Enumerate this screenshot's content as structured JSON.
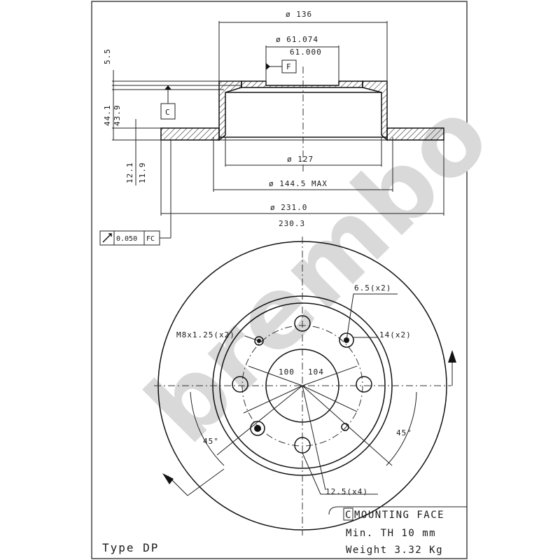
{
  "watermark": "brembo",
  "top_dims": {
    "d136": "ø 136",
    "d61_074": "ø 61.074",
    "d61_000": "61.000",
    "d55": "5.5",
    "d44_1": "44.1",
    "d43_9": "43.9",
    "d12_1": "12.1",
    "d11_9": "11.9",
    "d127": "ø 127",
    "d144_5": "ø 144.5 MAX",
    "d231": "ø 231.0",
    "d230_3": "230.3"
  },
  "datums": {
    "f": "F",
    "c": "C"
  },
  "tolerance": {
    "value": "0.050",
    "ref": "FC"
  },
  "face_dims": {
    "thread": "M8x1.25(x2)",
    "hole_65": "6.5(x2)",
    "hole_14": "14(x2)",
    "pcd_100": "100",
    "pcd_104": "104",
    "angle_left": "45°",
    "angle_right": "45°",
    "hole_125": "12.5(x4)"
  },
  "notes": {
    "mounting_prefix": "C",
    "mounting": "MOUNTING FACE",
    "min_th": "Min. TH  10 mm",
    "weight": "Weight  3.32 Kg",
    "type": "Type DP"
  }
}
